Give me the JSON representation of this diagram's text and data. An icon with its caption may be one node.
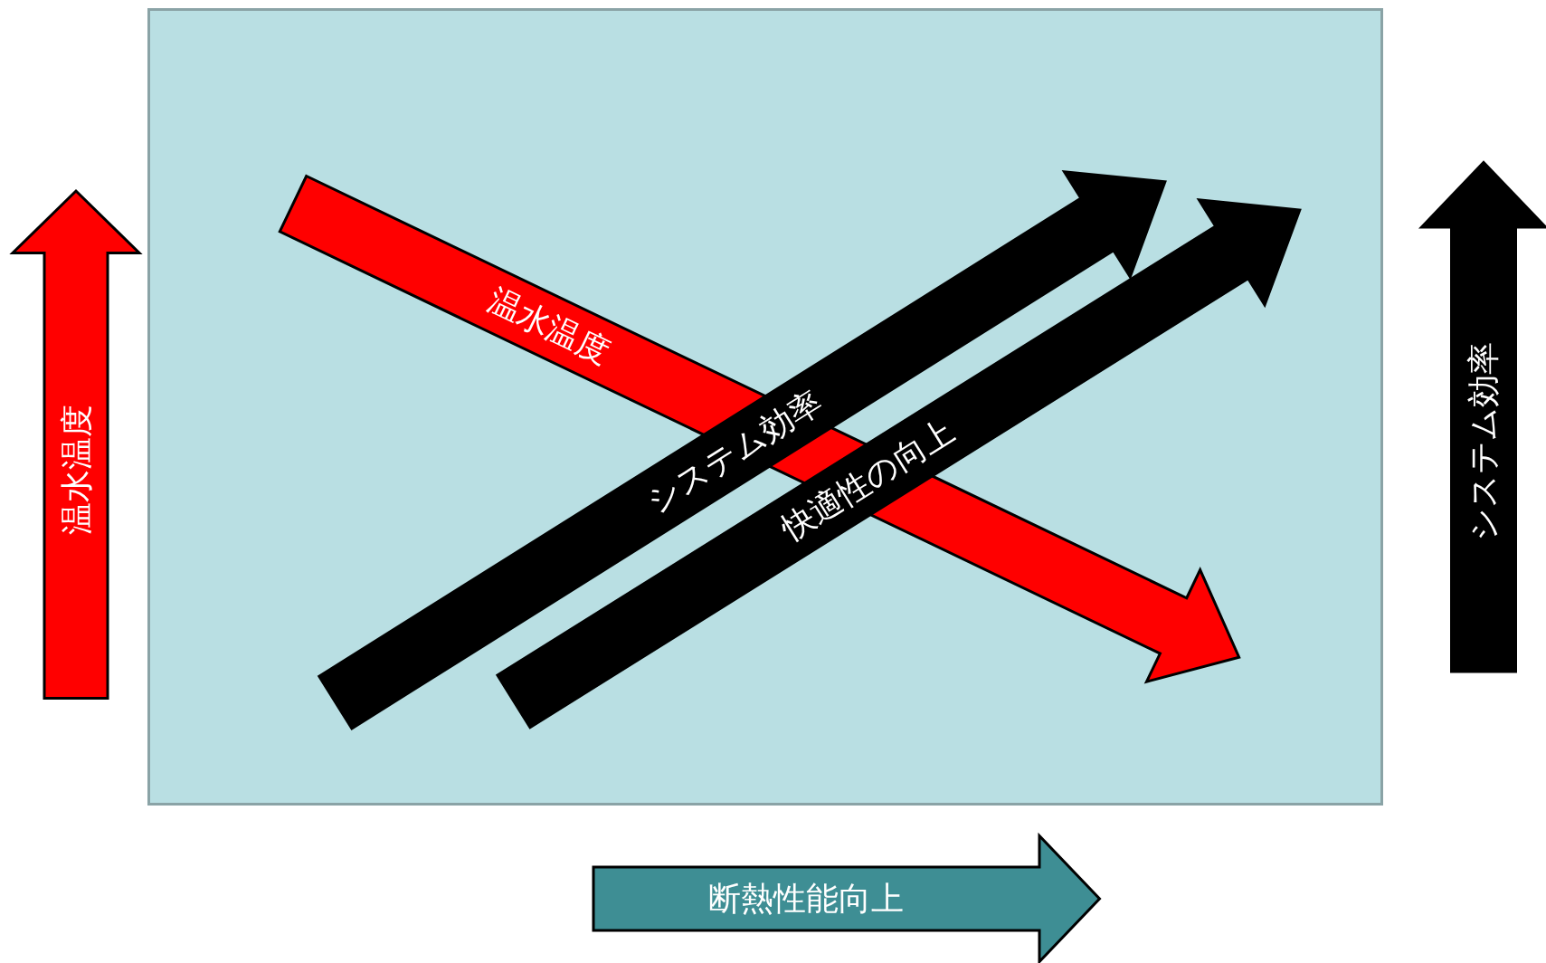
{
  "diagram": {
    "nodes": [
      {
        "text": [
          "温水温度"
        ]
      },
      {
        "text": [
          "温水温度"
        ]
      },
      {
        "text": [
          "システム効率"
        ]
      },
      {
        "text": [
          "快適性の向上"
        ]
      },
      {
        "text": [
          "システム効率"
        ]
      },
      {
        "text": [
          "断熱性能向上"
        ]
      }
    ]
  }
}
